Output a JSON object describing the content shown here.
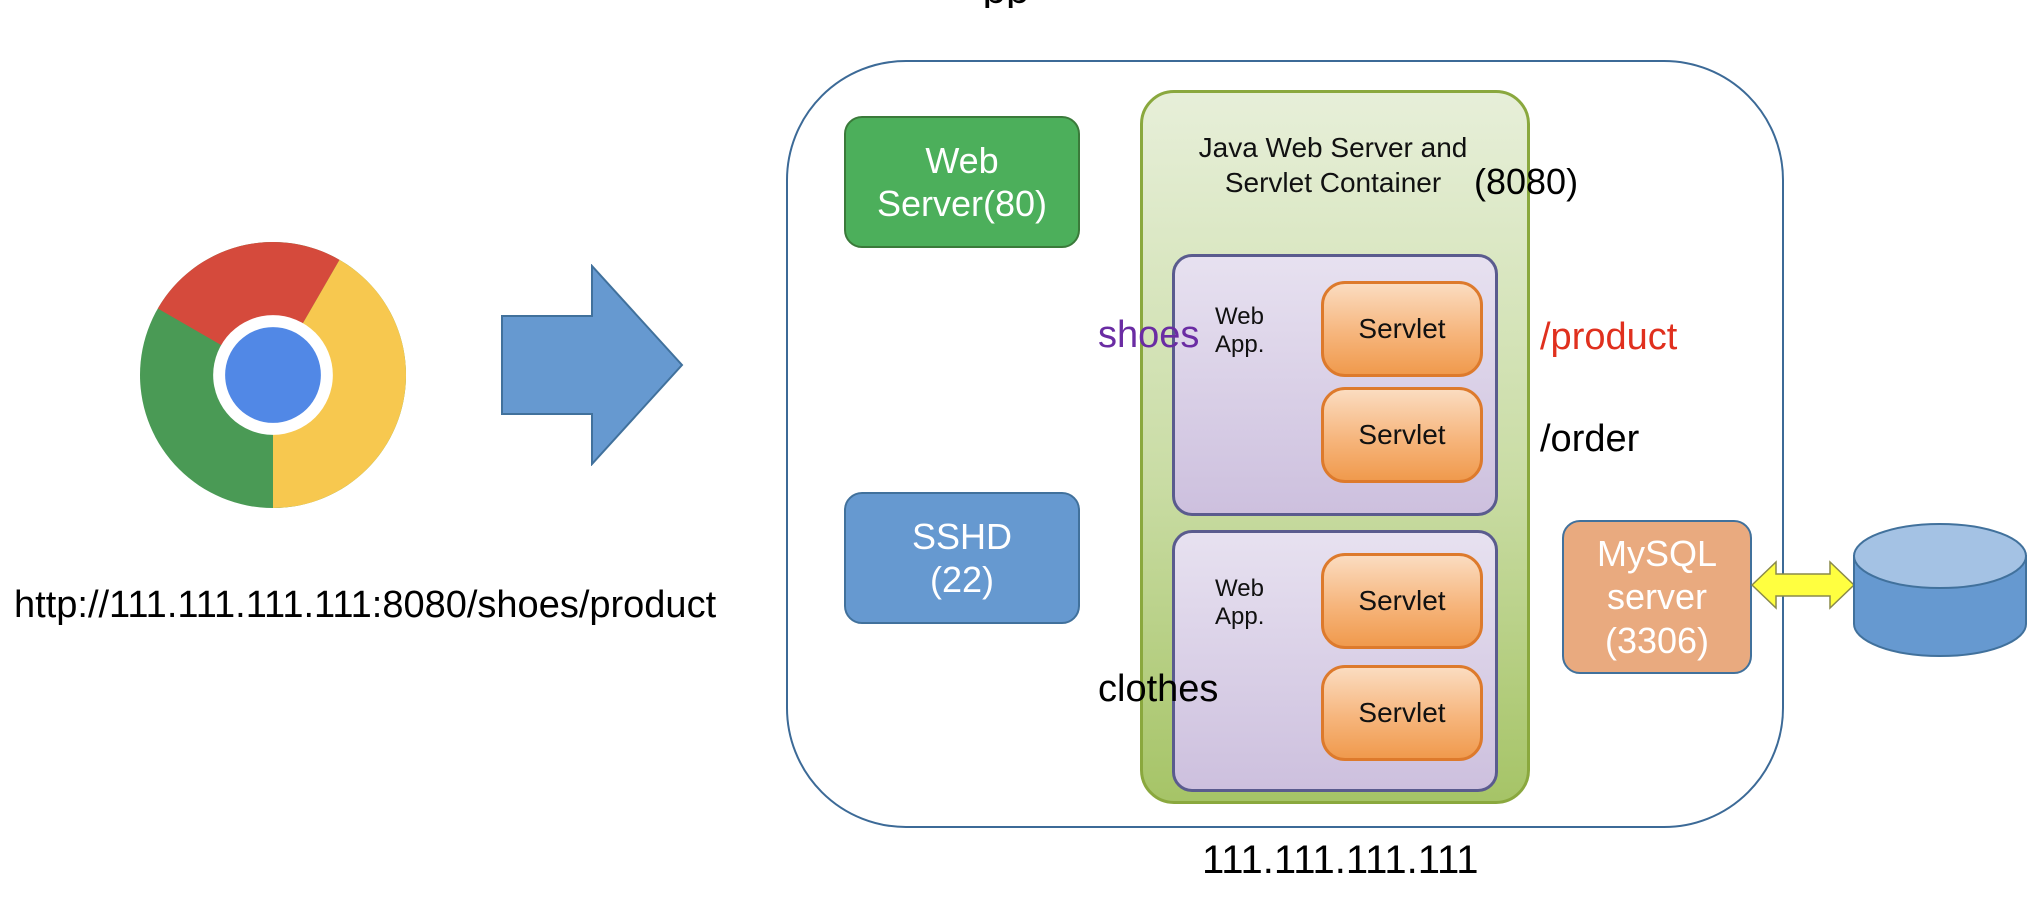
{
  "top_cut_text": "pp",
  "client": {
    "browser_icon": "chrome-icon",
    "url": "http://111.111.111.111:8080/shoes/product"
  },
  "request_arrow": "right-arrow-icon",
  "server": {
    "ip": "111.111.111.111",
    "web_server": "Web\nServer(80)",
    "sshd": "SSHD\n(22)",
    "mysql": "MySQL\nserver\n(3306)",
    "container": {
      "title": "Java Web Server and\nServlet Container",
      "port": "(8080)",
      "apps": [
        {
          "label": "Web\nApp.",
          "context": "shoes",
          "servlets": [
            {
              "label": "Servlet",
              "path": "/product"
            },
            {
              "label": "Servlet",
              "path": "/order"
            }
          ]
        },
        {
          "label": "Web\nApp.",
          "context": "clothes",
          "servlets": [
            {
              "label": "Servlet"
            },
            {
              "label": "Servlet"
            }
          ]
        }
      ]
    }
  },
  "database_icon": "database-icon",
  "colors": {
    "web_server": "#4caf5b",
    "sshd": "#6699d0",
    "mysql": "#e9aa7f",
    "product_path": "#e0301e",
    "shoes_context": "#6a2ca3",
    "arrow": "#6699d0",
    "db_link": "#ffff40"
  }
}
